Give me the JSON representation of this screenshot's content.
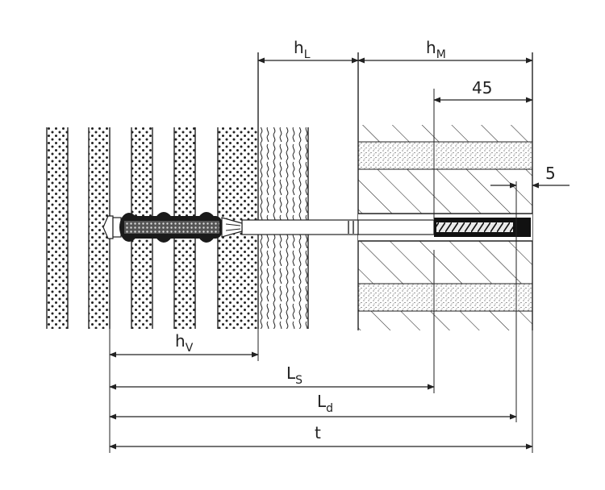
{
  "dimensions": {
    "hL": {
      "main": "h",
      "sub": "L"
    },
    "hM": {
      "main": "h",
      "sub": "M"
    },
    "d45": "45",
    "d5": "5",
    "hV": {
      "main": "h",
      "sub": "V"
    },
    "Ls": {
      "main": "L",
      "sub": "S"
    },
    "Ld": {
      "main": "L",
      "sub": "d"
    },
    "t": "t"
  },
  "colors": {
    "line": "#222222",
    "dowel_dark": "#1a1a1a",
    "plaster": "#ffffff"
  }
}
